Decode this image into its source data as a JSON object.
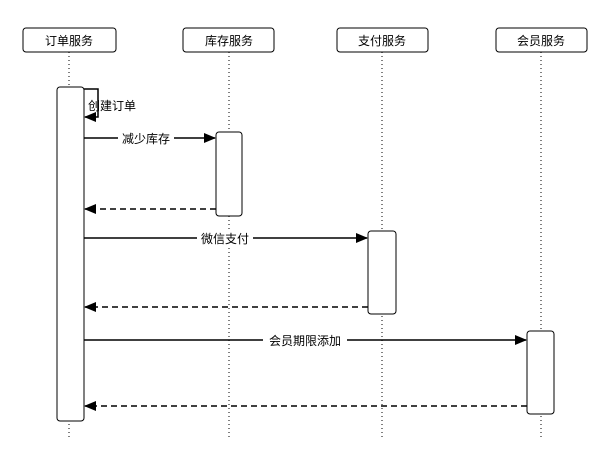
{
  "actors": [
    {
      "id": "order",
      "label": "订单服务"
    },
    {
      "id": "inventory",
      "label": "库存服务"
    },
    {
      "id": "payment",
      "label": "支付服务"
    },
    {
      "id": "member",
      "label": "会员服务"
    }
  ],
  "messages": [
    {
      "id": "create-order",
      "from": "order",
      "to": "order",
      "label": "创建订单",
      "style": "solid"
    },
    {
      "id": "reduce-stock",
      "from": "order",
      "to": "inventory",
      "label": "减少库存",
      "style": "solid"
    },
    {
      "id": "reduce-stock-return",
      "from": "inventory",
      "to": "order",
      "label": "",
      "style": "dashed"
    },
    {
      "id": "wechat-pay",
      "from": "order",
      "to": "payment",
      "label": "微信支付",
      "style": "solid"
    },
    {
      "id": "wechat-pay-return",
      "from": "payment",
      "to": "order",
      "label": "",
      "style": "dashed"
    },
    {
      "id": "add-membership",
      "from": "order",
      "to": "member",
      "label": "会员期限添加",
      "style": "solid"
    },
    {
      "id": "add-membership-return",
      "from": "member",
      "to": "order",
      "label": "",
      "style": "dashed"
    }
  ]
}
